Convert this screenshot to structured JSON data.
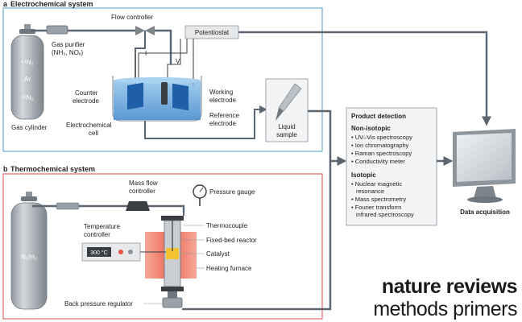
{
  "panel_a": {
    "letter": "a",
    "title": "Electrochemical system",
    "gas_cylinder_contents": [
      "¹⁴N₂",
      "Ar",
      "¹⁵N₂"
    ],
    "labels": {
      "gas_purifier_line1": "Gas purifier",
      "gas_purifier_line2": "(NH₃, NOₓ)",
      "flow_controller": "Flow controller",
      "potentiostat": "Potentiostat",
      "current": "I",
      "voltage": "V",
      "counter_electrode_line1": "Counter",
      "counter_electrode_line2": "electrode",
      "working_electrode_line1": "Working",
      "working_electrode_line2": "electrode",
      "reference_electrode_line1": "Reference",
      "reference_electrode_line2": "electrode",
      "electrochemical_cell_line1": "Electrochemical",
      "electrochemical_cell_line2": "cell",
      "gas_cylinder": "Gas cylinder",
      "liquid_sample_line1": "Liquid",
      "liquid_sample_line2": "sample"
    }
  },
  "panel_b": {
    "letter": "b",
    "title": "Thermochemical system",
    "gas_cylinder_contents": "N₂/H₂",
    "labels": {
      "mass_flow_controller_line1": "Mass flow",
      "mass_flow_controller_line2": "controller",
      "pressure_gauge": "Pressure gauge",
      "temperature_controller_line1": "Temperature",
      "temperature_controller_line2": "controller",
      "temperature_display": "300 °C",
      "thermocouple": "Thermocouple",
      "fixed_bed_reactor": "Fixed-bed reactor",
      "catalyst": "Catalyst",
      "heating_furnace": "Heating furnace",
      "back_pressure_regulator": "Back pressure regulator"
    }
  },
  "product_detection": {
    "title": "Product detection",
    "non_isotopic": {
      "heading": "Non-isotopic",
      "items": [
        "UV–Vis spectroscopy",
        "Ion chromatography",
        "Raman spectroscopy",
        "Conductivity meter"
      ]
    },
    "isotopic": {
      "heading": "Isotopic",
      "items": [
        [
          "Nuclear magnetic",
          "resonance"
        ],
        [
          "Mass spectrometry"
        ],
        [
          "Fourier transform",
          "infrared spectroscopy"
        ]
      ]
    }
  },
  "data_acquisition": "Data acquisition",
  "brand": {
    "line1": "nature reviews",
    "line2": "methods primers"
  },
  "colors": {
    "panel_a_border": "#6aaed6",
    "panel_b_border": "#e06a6a",
    "tubing": "#5b6670",
    "electrolyte": "#4f96d6",
    "electrode": "#1f5fa8",
    "furnace": "#e8533f",
    "catalyst": "#f2c230",
    "display_bg": "#3a3d42"
  }
}
